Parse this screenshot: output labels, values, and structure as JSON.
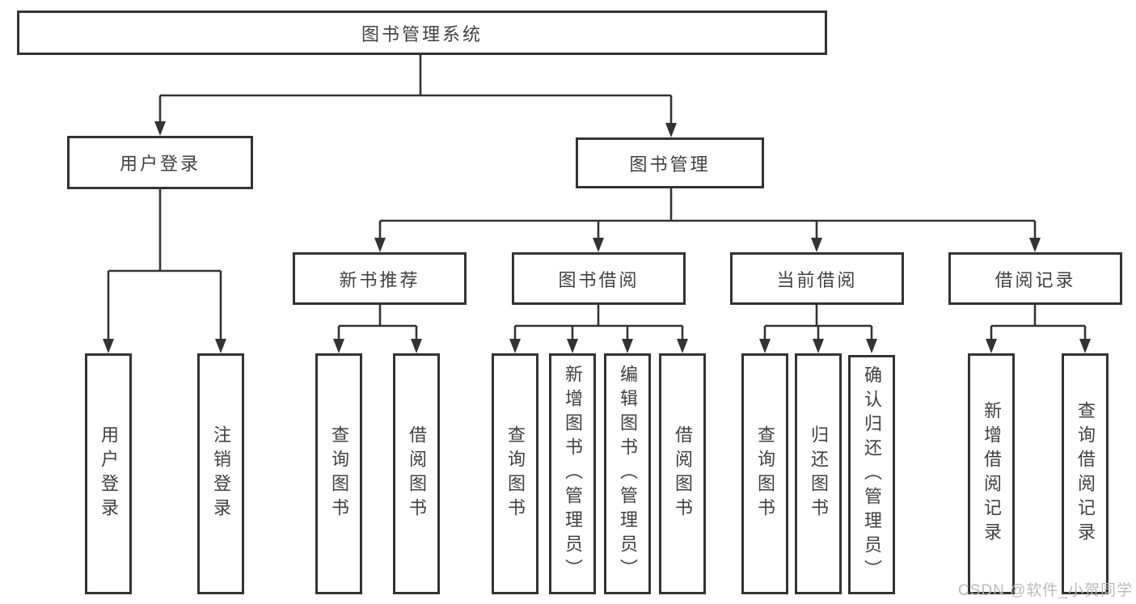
{
  "diagram": {
    "title_node": {
      "label": "图书管理系统"
    },
    "level2": [
      {
        "label": "用户登录"
      },
      {
        "label": "图书管理"
      }
    ],
    "level3": [
      {
        "label": "新书推荐"
      },
      {
        "label": "图书借阅"
      },
      {
        "label": "当前借阅"
      },
      {
        "label": "借阅记录"
      }
    ],
    "level4": [
      {
        "label": "用户登录",
        "parent": "用户登录"
      },
      {
        "label": "注销登录",
        "parent": "用户登录"
      },
      {
        "label": "查询图书",
        "parent": "新书推荐"
      },
      {
        "label": "借阅图书",
        "parent": "新书推荐"
      },
      {
        "label": "查询图书",
        "parent": "图书借阅"
      },
      {
        "label": "新增图书（管理员）",
        "parent": "图书借阅"
      },
      {
        "label": "编辑图书（管理员）",
        "parent": "图书借阅"
      },
      {
        "label": "借阅图书",
        "parent": "图书借阅"
      },
      {
        "label": "查询图书",
        "parent": "当前借阅"
      },
      {
        "label": "归还图书",
        "parent": "当前借阅"
      },
      {
        "label": "确认归还（管理员）",
        "parent": "当前借阅"
      },
      {
        "label": "新增借阅记录",
        "parent": "借阅记录"
      },
      {
        "label": "查询借阅记录",
        "parent": "借阅记录"
      }
    ]
  },
  "watermark": {
    "text": "CSDN @软件_小贺同学"
  },
  "colors": {
    "line": "#333333",
    "box_border": "#333333",
    "text": "#404040",
    "watermark": "#b9b9b9",
    "background": "#ffffff"
  }
}
